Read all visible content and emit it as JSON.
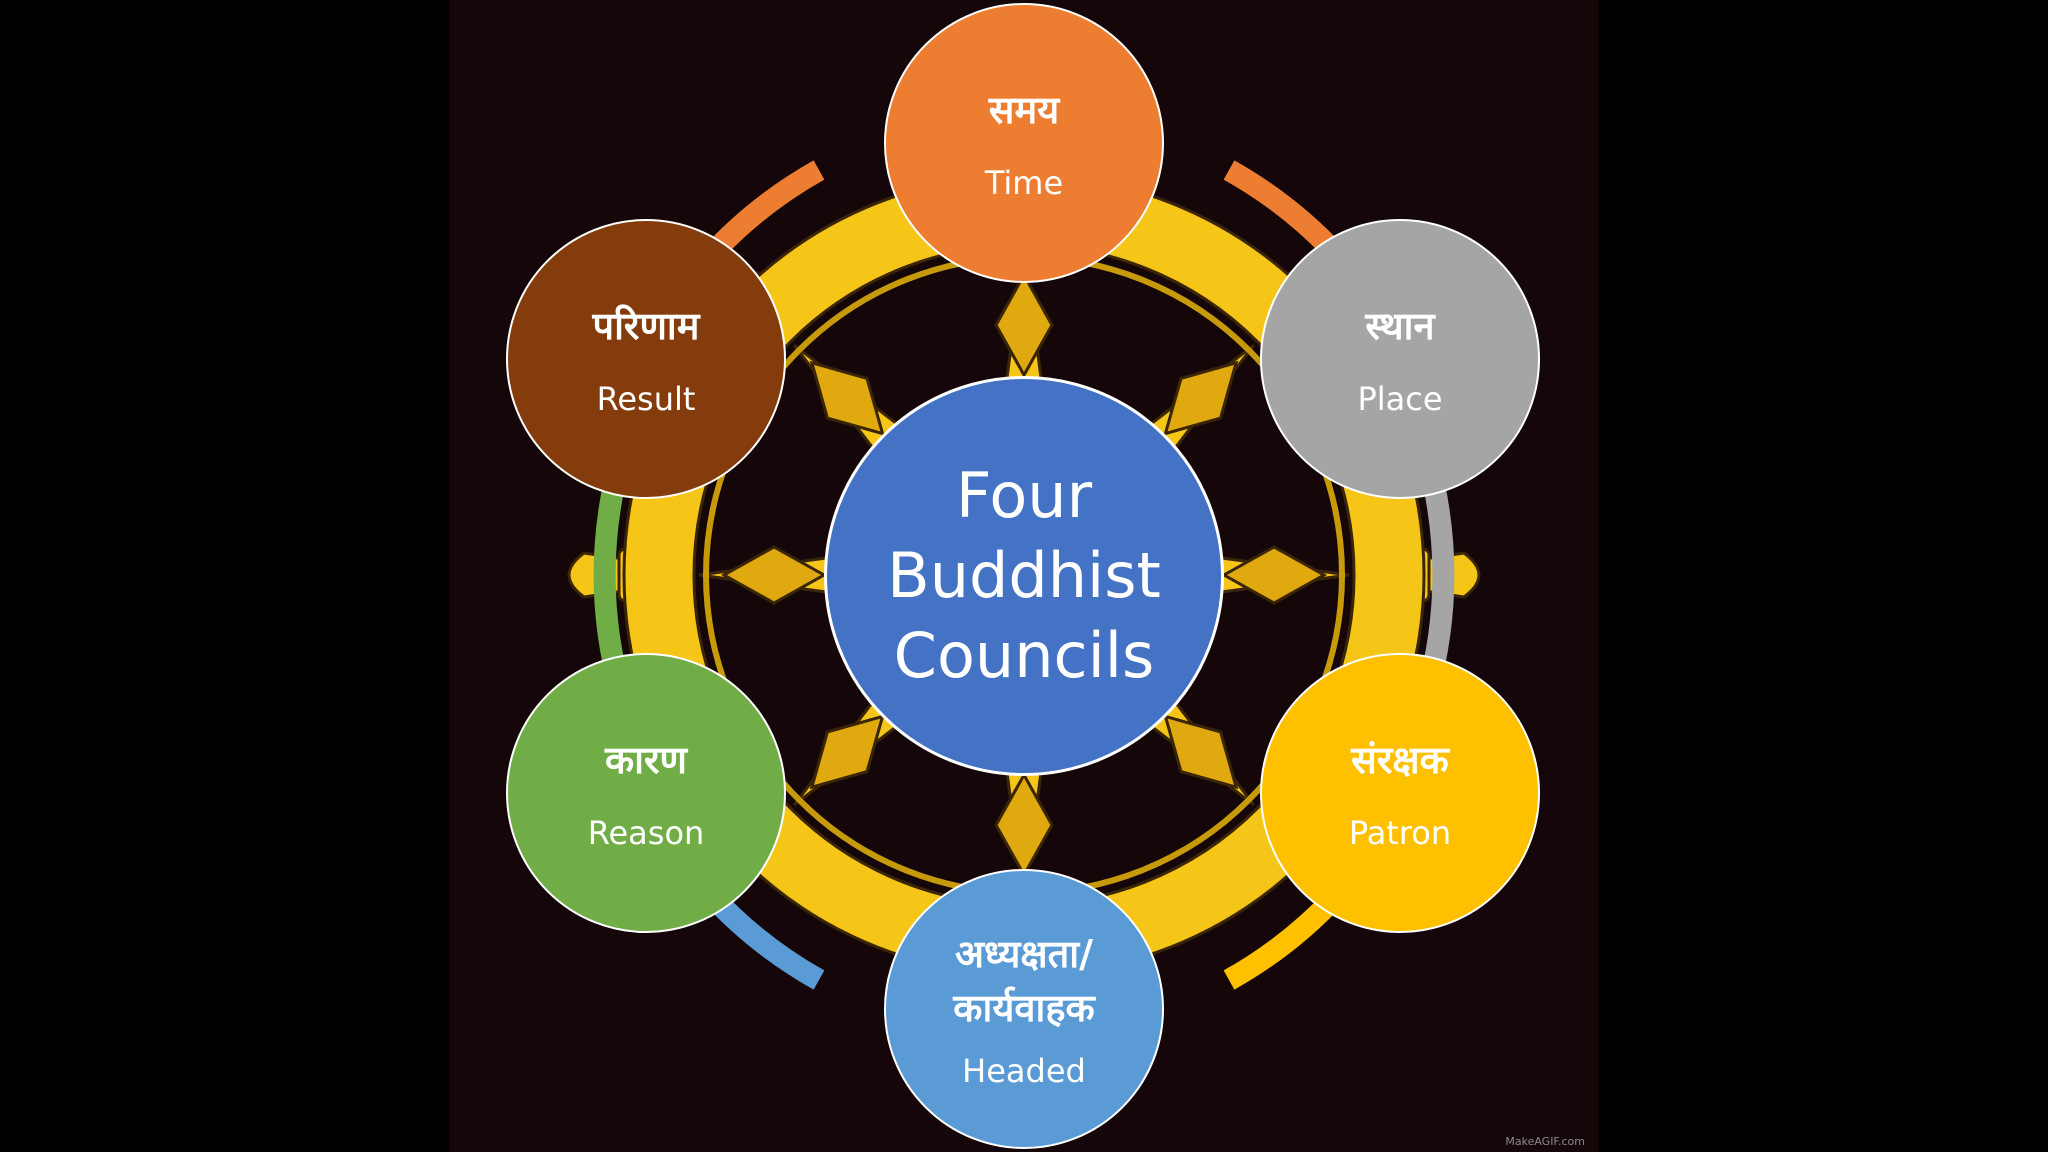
{
  "diagram": {
    "center": {
      "label": "Four Buddhist Councils",
      "color": "#4472c4"
    },
    "nodes": [
      {
        "id": "time",
        "hindi": "समय",
        "english": "Time",
        "color": "#ed7d31"
      },
      {
        "id": "place",
        "hindi": "स्थान",
        "english": "Place",
        "color": "#a5a5a5"
      },
      {
        "id": "patron",
        "hindi": "संरक्षक",
        "english": "Patron",
        "color": "#ffc000"
      },
      {
        "id": "headed",
        "hindi": "अध्यक्षता/ कार्यवाहक",
        "english": "Headed",
        "color": "#5b9bd5"
      },
      {
        "id": "reason",
        "hindi": "कारण",
        "english": "Reason",
        "color": "#70ad47"
      },
      {
        "id": "result",
        "hindi": "परिणाम",
        "english": "Result",
        "color": "#843c0c"
      }
    ],
    "background": {
      "panel_color": "#150709",
      "wheel_color": "#f5c518",
      "wheel_shade": "#c79a0b",
      "outline": "#3a2506"
    }
  },
  "watermark": "MakeAGIF.com"
}
